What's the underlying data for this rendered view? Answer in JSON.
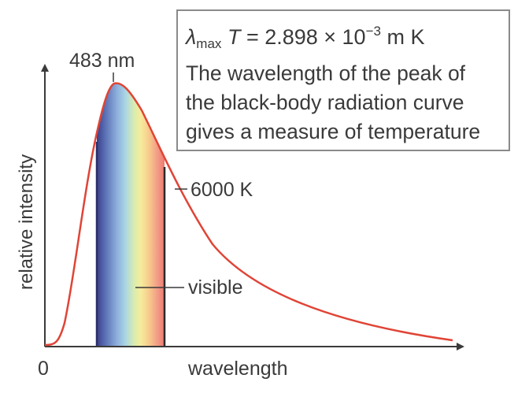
{
  "diagram": {
    "y_axis_label": "relative intensity",
    "x_axis_label": "wavelength",
    "origin_label": "0",
    "peak_label": "483 nm",
    "curve_label": "6000 K",
    "visible_label": "visible",
    "curve_color": "#e04436",
    "axis_color": "#3a3a3a"
  },
  "info_box": {
    "formula": {
      "lambda": "λ",
      "sub": "max",
      "T": "T",
      "equals_value": " = 2.898 × 10",
      "exponent": "−3",
      "units": " m K"
    },
    "lines": [
      "The wavelength of the peak of",
      "the black-body radiation curve",
      "gives a measure of temperature"
    ]
  }
}
